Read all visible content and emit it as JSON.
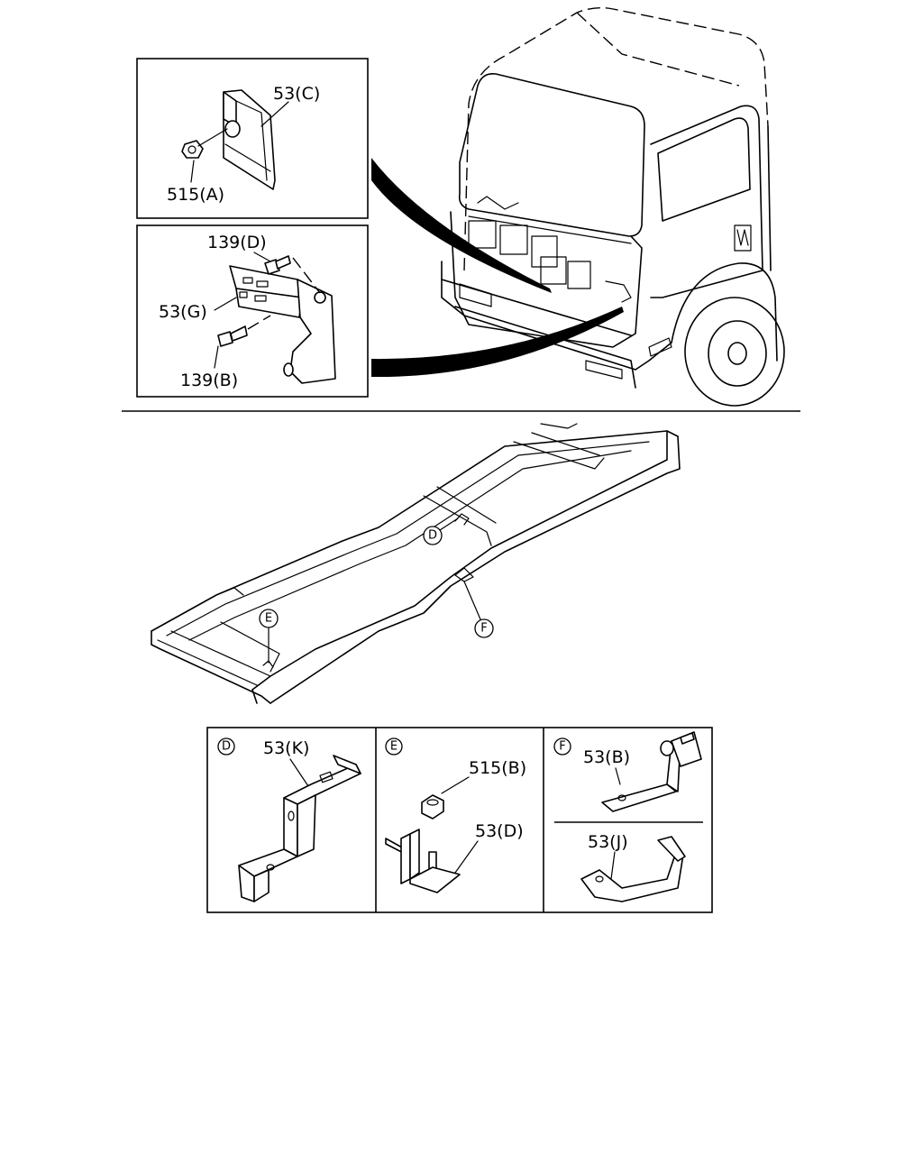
{
  "callouts": {
    "top_box_1": {
      "part": "53(C)",
      "nut": "515(A)"
    },
    "top_box_2": {
      "bolt_top": "139(D)",
      "bracket": "53(G)",
      "bolt_bottom": "139(B)"
    },
    "frame_markers": {
      "d": "D",
      "e": "E",
      "f": "F"
    },
    "detail_d": {
      "marker": "D",
      "part": "53(K)"
    },
    "detail_e": {
      "marker": "E",
      "nut": "515(B)",
      "part": "53(D)"
    },
    "detail_f": {
      "marker": "F",
      "part_top": "53(B)",
      "part_bottom": "53(J)"
    }
  }
}
